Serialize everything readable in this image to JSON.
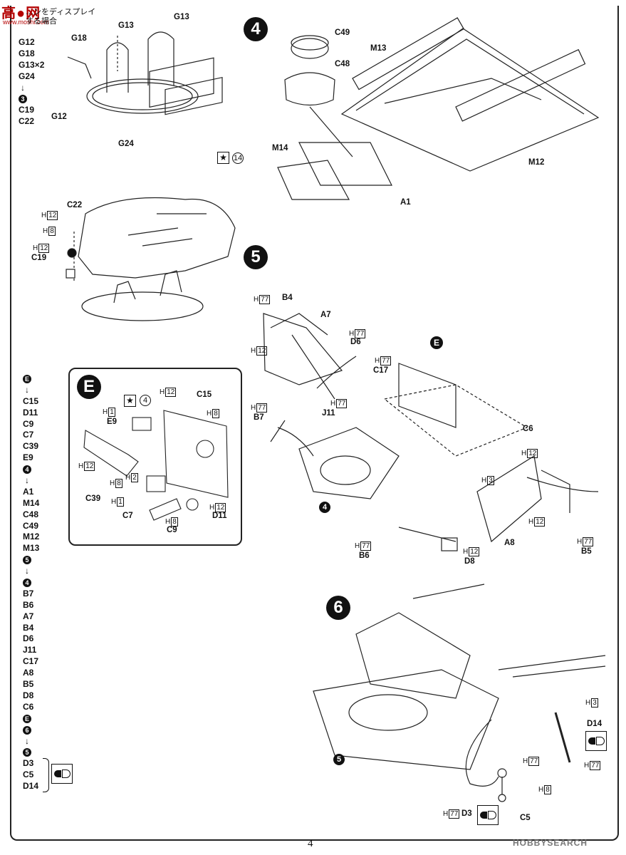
{
  "header": {
    "logo": "高●网",
    "site": "www.moshi.com",
    "note_line1": "…ンをディスプレイ",
    "note_line2": "する場合"
  },
  "parts_list_top": [
    "G12",
    "G18",
    "G13×2",
    "G24",
    "↓",
    "3",
    "C19",
    "C22"
  ],
  "parts_list_left": [
    "E",
    "↓",
    "C15",
    "D11",
    "C9",
    "C7",
    "C39",
    "E9",
    "4",
    "↓",
    "A1",
    "M14",
    "C48",
    "C49",
    "M12",
    "M13",
    "5",
    "↓",
    "4",
    "B7",
    "B6",
    "A7",
    "B4",
    "D6",
    "J11",
    "C17",
    "A8",
    "B5",
    "D8",
    "C6",
    "E",
    "6",
    "↓",
    "5",
    "D3",
    "C5",
    "D14"
  ],
  "steps": {
    "s4": "4",
    "s5": "5",
    "s6": "6",
    "sE": "E"
  },
  "top_left_labels": {
    "g18": "G18",
    "g13a": "G13",
    "g13b": "G13",
    "g12": "G12",
    "g24": "G24",
    "star_ref": "14",
    "star": "★"
  },
  "engine_labels": {
    "c22": "C22",
    "c19": "C19"
  },
  "engine_paints": {
    "h12a": "12",
    "h8": "8",
    "h12b": "12",
    "h": "H"
  },
  "step4_labels": {
    "c49": "C49",
    "c48": "C48",
    "m13": "M13",
    "m14": "M14",
    "m12": "M12",
    "a1": "A1"
  },
  "inset_labels": {
    "star_ref": "4",
    "star": "★",
    "h12": "12",
    "c15": "C15",
    "h1a": "1",
    "e9": "E9",
    "h8a": "8",
    "h12b": "12",
    "c39": "C39",
    "h8b": "8",
    "h2": "2",
    "h1b": "1",
    "c7": "C7",
    "h8c": "8",
    "c9": "C9",
    "h12c": "12",
    "d11": "D11"
  },
  "step5_labels": {
    "h77a": "77",
    "b4": "B4",
    "a7": "A7",
    "h77b": "77",
    "d6": "D6",
    "h12a": "12",
    "h77c": "77",
    "c17": "C17",
    "e": "E",
    "h77d": "77",
    "b7": "B7",
    "h77e": "77",
    "j11": "J11",
    "c6": "C6",
    "h12b": "12",
    "h3": "3",
    "ref4": "4",
    "h12c": "12",
    "h77f": "77",
    "b6": "B6",
    "h12d": "12",
    "d8": "D8",
    "a8": "A8",
    "h77g": "77",
    "b5": "B5"
  },
  "step6_labels": {
    "h3": "3",
    "d14": "D14",
    "ref5": "5",
    "h77a": "77",
    "h77b": "77",
    "h8": "8",
    "h77c": "77",
    "d3": "D3",
    "c5": "C5"
  },
  "footer": {
    "page_number": "4",
    "watermark": "HOBBYSEARCH"
  },
  "colors": {
    "ink": "#111111",
    "paper": "#ffffff",
    "logo": "#b40000"
  }
}
